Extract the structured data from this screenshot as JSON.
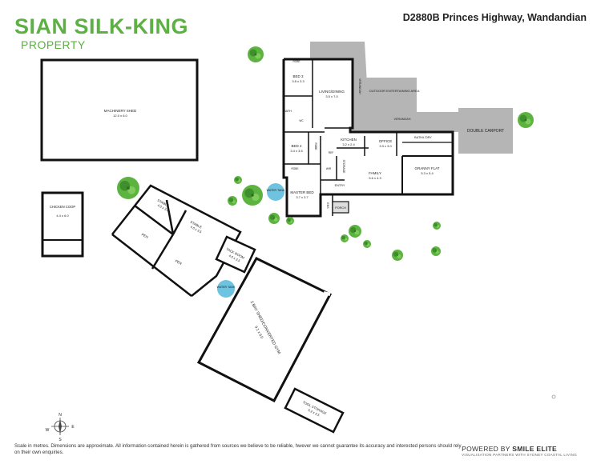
{
  "brand": {
    "name": "SIAN SILK-KING",
    "subtitle": "PROPERTY"
  },
  "address": "D2880B Princes Highway, Wandandian",
  "colors": {
    "brand_green": "#5db043",
    "tree_green": "#5cb340",
    "water_blue": "#6ec3e0",
    "covered_grey": "#b5b5b5",
    "wall": "#111111"
  },
  "buildings": {
    "machinery_shed": {
      "name": "MACHINERY SHED",
      "dim": "12.0 x 6.0"
    },
    "chicken_coop": {
      "name": "CHICKEN COOP",
      "dim": "4.4 x 6.0"
    },
    "stable_1": {
      "name": "STABLE",
      "dim": "4.0 x 3.5"
    },
    "stable_2": {
      "name": "STABLE",
      "dim": "4.0 x 3.5"
    },
    "pen_1": {
      "name": "PEN"
    },
    "pen_2": {
      "name": "PEN"
    },
    "tack_room": {
      "name": "TACK ROOM",
      "dim": "4.0 x 2.5"
    },
    "gym": {
      "name": "2 BAY SHED/CONVERTED GYM",
      "dim": "9.1 x 9.0"
    },
    "tool_storage": {
      "name": "TOOL STORAGE",
      "dim": "6.2 x 2.5"
    },
    "water_tank_1": {
      "name": "WATER TANK"
    },
    "water_tank_2": {
      "name": "WATER TANK"
    }
  },
  "rooms": {
    "bed3": {
      "name": "BED 3",
      "dim": "3.8 x 3.3"
    },
    "living": {
      "name": "LIVING/DINING",
      "dim": "3.5 x 7.0"
    },
    "bath": {
      "name": "BATH"
    },
    "bed2": {
      "name": "BED 2",
      "dim": "3.4 x 3.5"
    },
    "kitchen": {
      "name": "KITCHEN",
      "dim": "3.2 x 2.4"
    },
    "office": {
      "name": "OFFICE",
      "dim": "3.3 x 3.0"
    },
    "family": {
      "name": "FAMILY",
      "dim": "5.6 x 4.3"
    },
    "granny": {
      "name": "GRANNY FLAT",
      "dim": "5.3 x 5.4"
    },
    "master": {
      "name": "MASTER BED",
      "dim": "3.7 x 3.7"
    },
    "ens": {
      "name": "ENS"
    },
    "entry": {
      "name": "ENTRY"
    },
    "porch": {
      "name": "PORCH"
    },
    "storage": {
      "name": "STORAGE"
    },
    "ref": {
      "name": "REF"
    },
    "bath_ldry": {
      "name": "BATH/L'DRY"
    },
    "robe1": {
      "name": "ROBE"
    },
    "robe2": {
      "name": "ROBE"
    },
    "robe3": {
      "name": "ROBE"
    },
    "wir": {
      "name": "WIR"
    },
    "wc": {
      "name": "WC"
    },
    "veranda_1": {
      "name": "VERANDAH"
    },
    "veranda_2": {
      "name": "VERANDAH"
    },
    "outdoor": {
      "name": "OUTDOOR ENTERTAINING AREA"
    },
    "carport": {
      "name": "DOUBLE CARPORT"
    }
  },
  "compass": {
    "n": "N",
    "s": "S",
    "e": "E",
    "w": "W"
  },
  "disclaimer": "Scale in metres. Dimensions are approximate. All information contained herein is gathered from sources we believe to be reliable, hwever we cannot guarantee its accuracy and interested persons should rely on their own enquiries.",
  "powered": {
    "prefix": "POWERED BY",
    "brand": "SMILE ELITE",
    "tagline": "VISUALISATION PARTNERS WITH SYDNEY COASTAL LIVING"
  }
}
